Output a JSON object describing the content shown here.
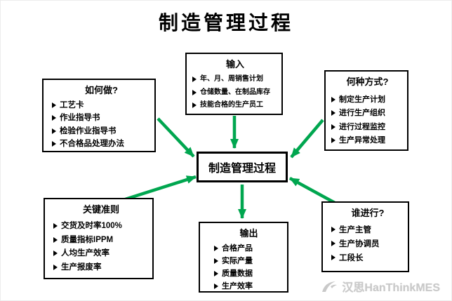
{
  "title": "制造管理过程",
  "center": {
    "label": "制造管理过程"
  },
  "bullet_icon": "triangle-right-bullet",
  "boxes": {
    "input": {
      "title": "输入",
      "items": [
        "年、月、周销售计划",
        "仓储数量、在制品库存",
        "技能合格的生产员工"
      ]
    },
    "how": {
      "title": "如何做?",
      "items": [
        "工艺卡",
        "作业指导书",
        "检验作业指导书",
        "不合格品处理办法"
      ]
    },
    "method": {
      "title": "何种方式?",
      "items": [
        "制定生产计划",
        "进行生产组织",
        "进行过程监控",
        "生产异常处理"
      ]
    },
    "criteria": {
      "title": "关键准则",
      "items": [
        "交货及时率100%",
        "质量指标IPPM",
        "人均生产效率",
        "生产报废率"
      ]
    },
    "who": {
      "title": "谁进行?",
      "items": [
        "生产主管",
        "生产协调员",
        "工段长"
      ]
    },
    "output": {
      "title": "输出",
      "items": [
        "合格产品",
        "实际产量",
        "质量数据",
        "生产效率"
      ]
    }
  },
  "watermark": {
    "text": "汉思HanThinkMES"
  },
  "colors": {
    "arrow": "#00a64f",
    "border": "#000000",
    "watermark": "#c9c9c9"
  }
}
